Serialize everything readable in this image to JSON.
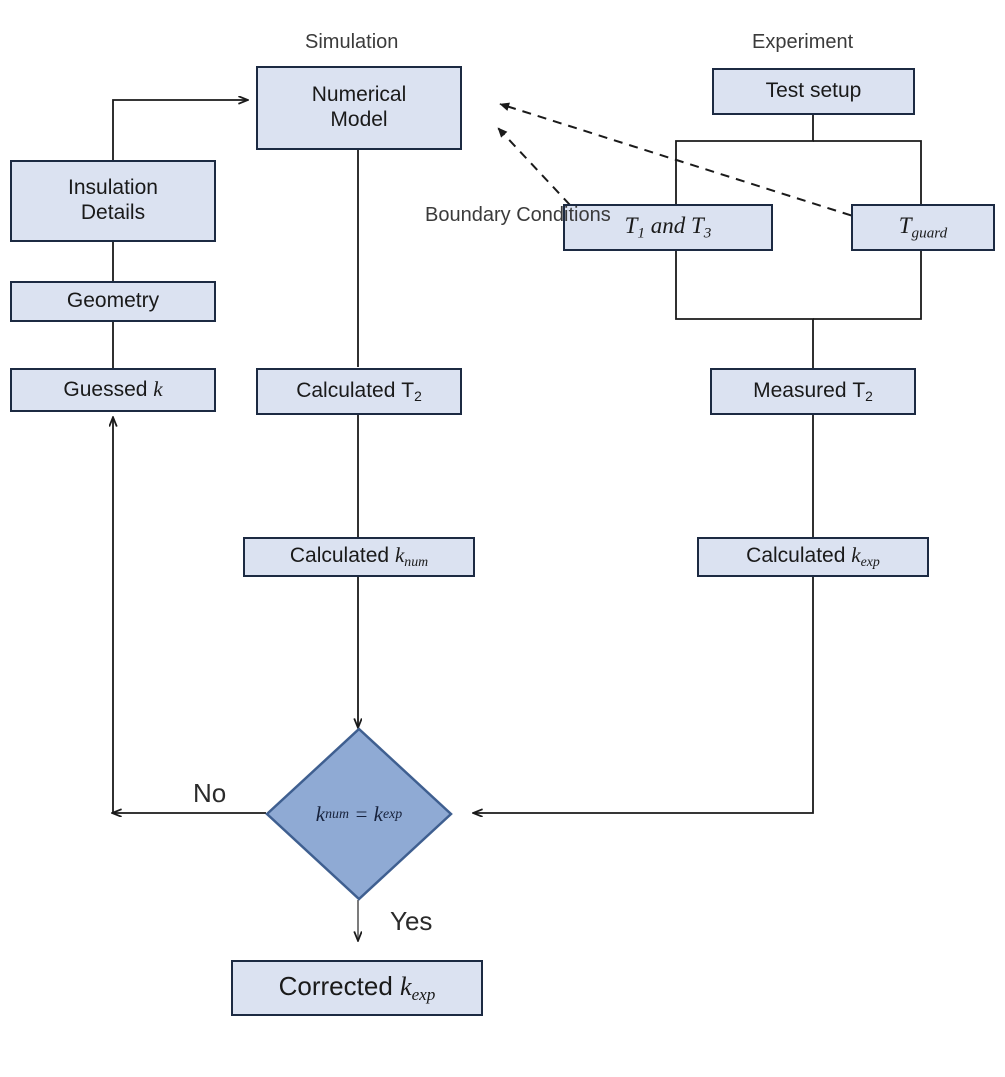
{
  "diagram": {
    "title_simulation": "Simulation",
    "title_experiment": "Experiment",
    "colors": {
      "box_fill": "#dbe2f1",
      "box_border": "#1c2a42",
      "diamond_fill": "#8faad4",
      "diamond_border": "#3f5f90",
      "edge": "#1a1a1a",
      "background": "#ffffff"
    },
    "nodes": {
      "numerical_model": "Numerical Model",
      "insulation_details": "Insulation Details",
      "geometry": "Geometry",
      "guessed_k": "Guessed k",
      "calculated_t2": "Calculated T2",
      "calculated_knum": "Calculated knum",
      "test_setup": "Test setup",
      "t1_and_t3": "T1 and T3",
      "t_guard": "Tguard",
      "measured_t2": "Measured T2",
      "calculated_kexp": "Calculated kexp",
      "decision": "knum = kexp",
      "corrected_kexp": "Corrected kexp"
    },
    "node_parts": {
      "numerical_model_line1": "Numerical",
      "numerical_model_line2": "Model",
      "insulation_line1": "Insulation",
      "insulation_line2": "Details",
      "geometry_label": "Geometry",
      "guessed_prefix": "Guessed ",
      "guessed_symbol": "k",
      "calculated_word": "Calculated",
      "measured_word": "Measured",
      "t_symbol": "T",
      "t_sub_2": "2",
      "k_symbol": "k",
      "k_sub_num": "num",
      "k_sub_exp": "exp",
      "test_setup_label": "Test setup",
      "t1_label_t": "T",
      "t1_sub": "1",
      "and_word": "and",
      "t3_label_t": "T",
      "t3_sub": "3",
      "tguard_t": "T",
      "tguard_sub": "guard",
      "corrected_word": "Corrected",
      "equals_sign": "="
    },
    "edge_labels": {
      "boundary_conditions_line1": "Boundary",
      "boundary_conditions_line2": "Conditions",
      "no": "No",
      "yes": "Yes"
    }
  }
}
